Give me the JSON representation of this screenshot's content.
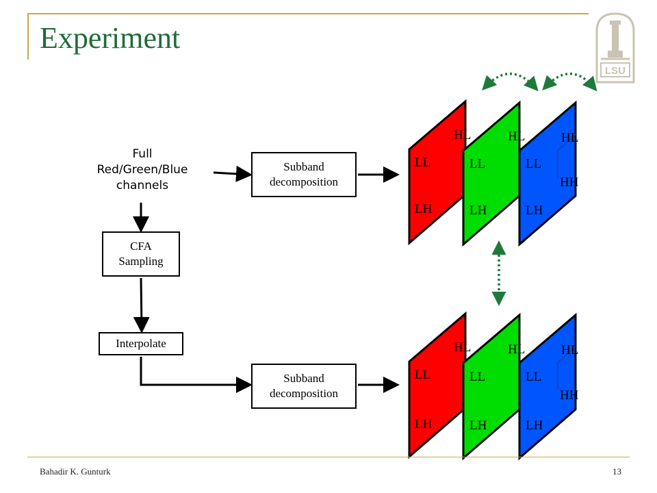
{
  "title": "Experiment",
  "footer": {
    "author": "Bahadir K. Gunturk",
    "page_number": "13"
  },
  "logo": {
    "text": "LSU"
  },
  "input_label": "Full\nRed/Green/Blue\nchannels",
  "boxes": {
    "subband_top": "Subband\ndecomposition",
    "cfa": "CFA\nSampling",
    "interpolate": "Interpolate",
    "subband_bottom": "Subband\ndecomposition"
  },
  "subbands": {
    "red": {
      "ll": "LL",
      "hl": "HL",
      "lh": "LH"
    },
    "green": {
      "ll": "LL",
      "hl": "HL",
      "lh": "LH"
    },
    "blue": {
      "ll": "LL",
      "hl": "HL",
      "lh": "LH",
      "hh": "HH"
    }
  },
  "colors": {
    "title": "#1f6b3a",
    "frame": "#c8a84a",
    "red": "#ff0000",
    "green": "#00dd00",
    "blue": "#0055ff",
    "comparison_arrow": "#1e7a3a"
  }
}
